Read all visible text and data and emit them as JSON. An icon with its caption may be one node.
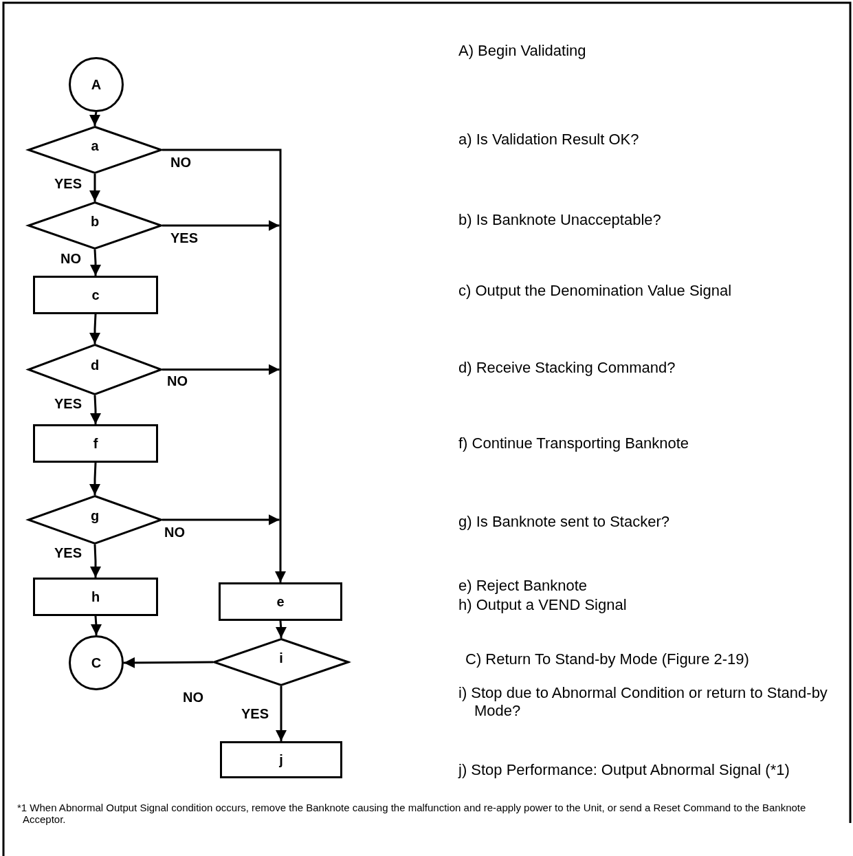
{
  "diagram": {
    "nodes": [
      {
        "text": [
          "A"
        ]
      },
      {
        "text": [
          "a"
        ]
      },
      {
        "text": [
          "b"
        ]
      },
      {
        "text": [
          "c"
        ]
      },
      {
        "text": [
          "d"
        ]
      },
      {
        "text": [
          "f"
        ]
      },
      {
        "text": [
          "g"
        ]
      },
      {
        "text": [
          "h"
        ]
      },
      {
        "text": [
          "e"
        ]
      },
      {
        "text": [
          "C"
        ]
      },
      {
        "text": [
          "i"
        ]
      },
      {
        "text": [
          "j"
        ]
      }
    ],
    "edges": [
      {
        "from": 0,
        "to": 1,
        "arrow": "to"
      },
      {
        "from": 1,
        "to": 2,
        "arrow": "to",
        "label": "YES"
      },
      {
        "from": 2,
        "to": 3,
        "arrow": "to",
        "label": "NO"
      },
      {
        "from": 3,
        "to": 4,
        "arrow": "to"
      },
      {
        "from": 4,
        "to": 5,
        "arrow": "to",
        "label": "YES"
      },
      {
        "from": 5,
        "to": 6,
        "arrow": "to"
      },
      {
        "from": 6,
        "to": 7,
        "arrow": "to",
        "label": "YES"
      },
      {
        "from": 7,
        "to": 9,
        "arrow": "to"
      },
      {
        "from": 1,
        "to": 8,
        "arrow": "to",
        "label": "NO"
      },
      {
        "from": 2,
        "to": 8,
        "arrow": "to",
        "label": "YES"
      },
      {
        "from": 4,
        "to": 8,
        "arrow": "to",
        "label": "NO"
      },
      {
        "from": 6,
        "to": 8,
        "arrow": "to",
        "label": "NO"
      },
      {
        "from": 8,
        "to": 10,
        "arrow": "to"
      },
      {
        "from": 10,
        "to": 9,
        "arrow": "to",
        "label": "NO"
      },
      {
        "from": 10,
        "to": 11,
        "arrow": "to",
        "label": "YES"
      }
    ],
    "labels": [
      "A) Begin Validating",
      "a) Is Validation Result OK?",
      "b) Is Banknote Unacceptable?",
      "c) Output the Denomination Value Signal",
      "d) Receive Stacking Command?",
      "f) Continue Transporting Banknote",
      "g) Is Banknote sent to Stacker?",
      "e) Reject Banknote",
      "h) Output a VEND Signal",
      "C) Return To Stand-by Mode (Figure 2-19)",
      "i) Stop due to Abnormal Condition or return to Stand-by Mode?",
      "j) Stop Performance: Output Abnormal Signal (*1)",
      "*1 When Abnormal Output Signal condition occurs, remove the Banknote causing the malfunction and re-apply power to the Unit, or send a Reset Command to the Banknote Acceptor."
    ]
  }
}
